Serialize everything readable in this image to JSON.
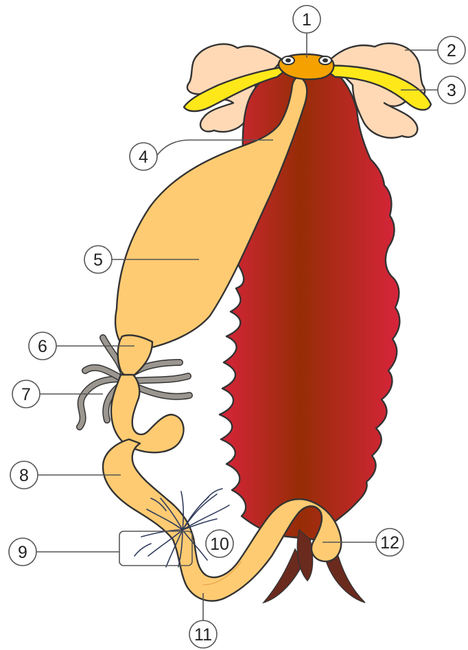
{
  "diagram": {
    "labels": [
      "1",
      "2",
      "3",
      "4",
      "5",
      "6",
      "7",
      "8",
      "9",
      "10",
      "11",
      "12"
    ]
  },
  "colors": {
    "gut_fill": "#FFCB72",
    "gland_fill": "#FFD9B6",
    "nerve_fill": "#FFE81A",
    "ganglion_fill": "#F5A200",
    "muscle_dark": "#962D06",
    "muscle_light": "#D8243B",
    "tubule_fill": "#9C9690",
    "trachea_stroke": "#2E3A5C",
    "rectal_pad_fill": "#6B2A1E"
  }
}
